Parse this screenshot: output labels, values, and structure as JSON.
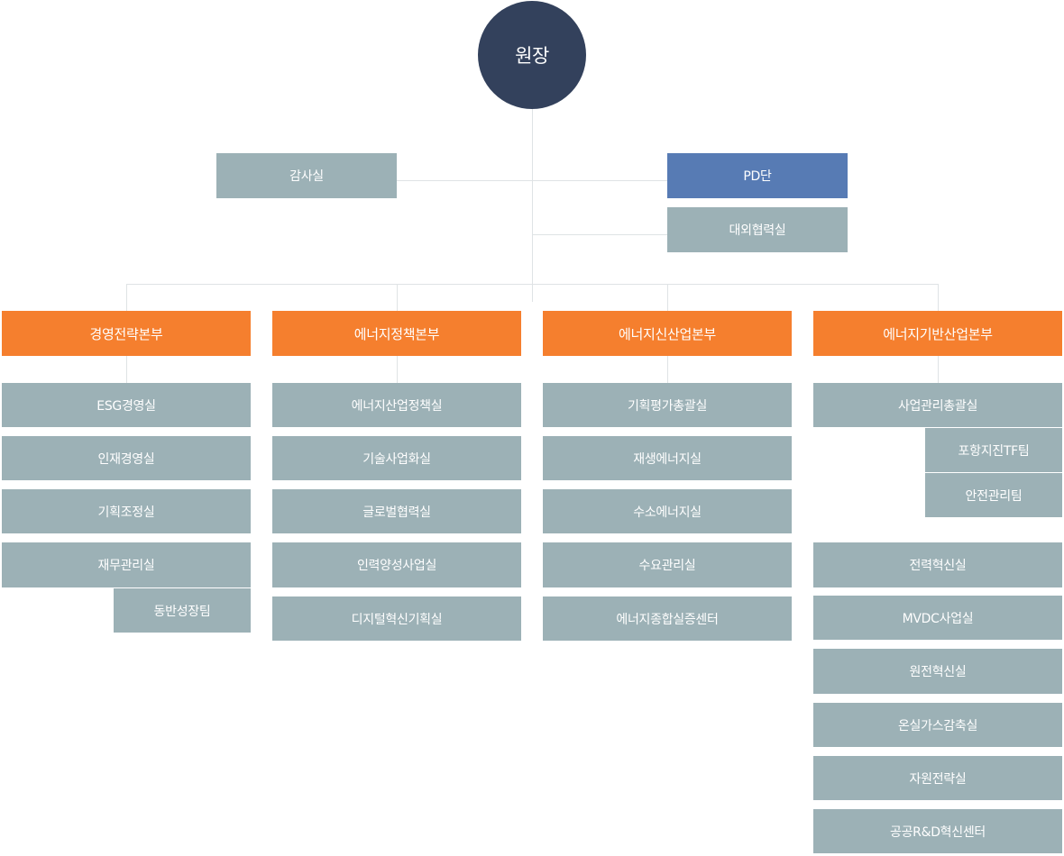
{
  "top": {
    "label": "원장"
  },
  "staff": {
    "audit": "감사실",
    "pd": "PD단",
    "external": "대외협력실"
  },
  "headquarters": [
    {
      "name": "경영전략본부",
      "units": [
        "ESG경영실",
        "인재경영실",
        "기획조정실",
        "재무관리실"
      ],
      "sub_teams": [
        "동반성장팀"
      ],
      "extra_units": []
    },
    {
      "name": "에너지정책본부",
      "units": [
        "에너지산업정책실",
        "기술사업화실",
        "글로벌협력실",
        "인력양성사업실",
        "디지털혁신기획실"
      ],
      "sub_teams": [],
      "extra_units": []
    },
    {
      "name": "에너지신산업본부",
      "units": [
        "기획평가총괄실",
        "재생에너지실",
        "수소에너지실",
        "수요관리실",
        "에너지종합실증센터"
      ],
      "sub_teams": [],
      "extra_units": []
    },
    {
      "name": "에너지기반산업본부",
      "units": [
        "사업관리총괄실"
      ],
      "sub_teams": [
        "포항지진TF팀",
        "안전관리팀"
      ],
      "extra_units": [
        "전력혁신실",
        "MVDC사업실",
        "원전혁신실",
        "온실가스감축실",
        "자원전략실",
        "공공R&D혁신센터"
      ]
    }
  ],
  "colors": {
    "top": "#33415c",
    "unit": "#9cb1b6",
    "highlight": "#577bb4",
    "headquarters": "#f57f2e",
    "connector": "#dfe3e5"
  }
}
